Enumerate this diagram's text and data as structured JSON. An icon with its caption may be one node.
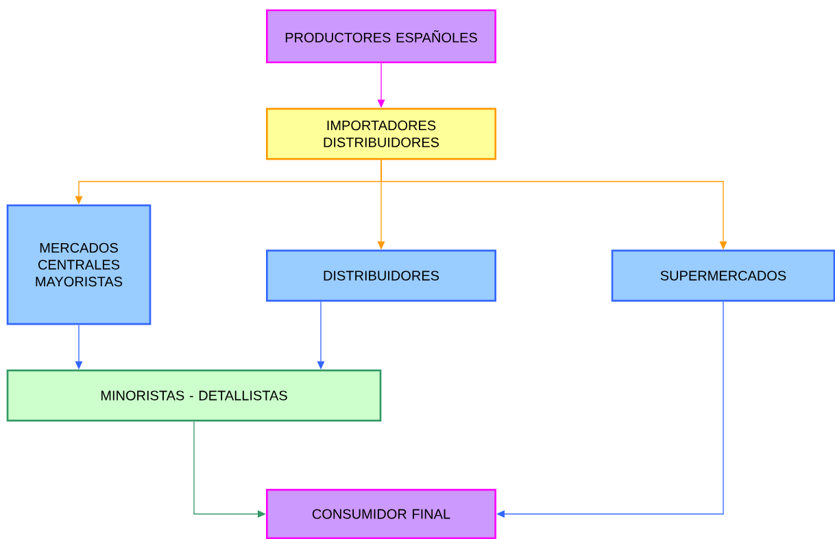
{
  "diagram": {
    "nodes": [
      {
        "text": [
          "PRODUCTORES ESPAÑOLES"
        ]
      },
      {
        "text": [
          "IMPORTADORES DISTRIBUIDORES"
        ]
      },
      {
        "text": [
          "MERCADOS CENTRALES MAYORISTAS"
        ]
      },
      {
        "text": [
          "DISTRIBUIDORES"
        ]
      },
      {
        "text": [
          "SUPERMERCADOS"
        ]
      },
      {
        "text": [
          "MINORISTAS - DETALLISTAS"
        ]
      },
      {
        "text": [
          "CONSUMIDOR FINAL"
        ]
      }
    ],
    "edges": [
      {
        "from": 0,
        "to": 1,
        "arrow": "to",
        "color": "#ff00ff"
      },
      {
        "from": 1,
        "to": 2,
        "arrow": "to",
        "color": "#ff9900"
      },
      {
        "from": 1,
        "to": 3,
        "arrow": "to",
        "color": "#ff9900"
      },
      {
        "from": 1,
        "to": 4,
        "arrow": "to",
        "color": "#ff9900"
      },
      {
        "from": 2,
        "to": 5,
        "arrow": "to",
        "color": "#3366ff"
      },
      {
        "from": 3,
        "to": 5,
        "arrow": "to",
        "color": "#3366ff"
      },
      {
        "from": 5,
        "to": 6,
        "arrow": "to",
        "color": "#339966"
      },
      {
        "from": 4,
        "to": 6,
        "arrow": "to",
        "color": "#3366ff"
      }
    ]
  }
}
